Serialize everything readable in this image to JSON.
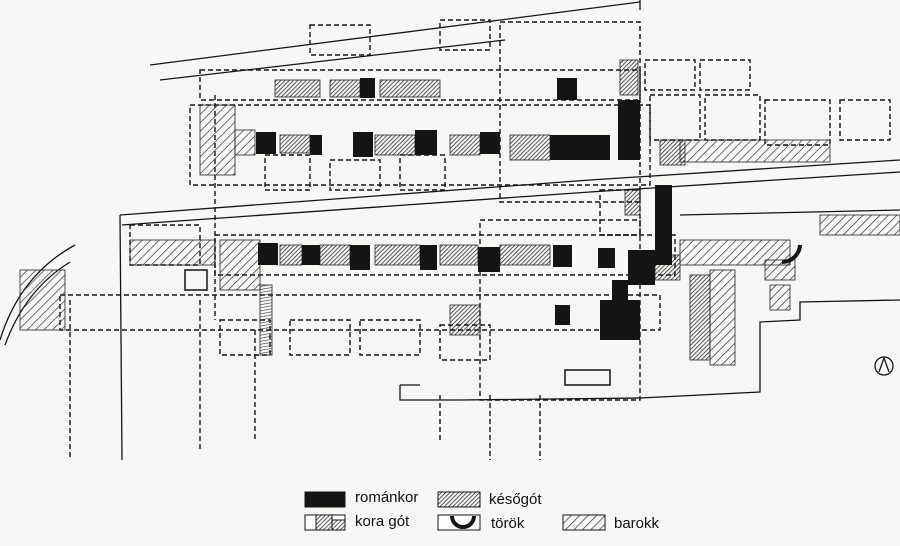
{
  "plan": {
    "colors": {
      "ink": "#141414",
      "paper": "#f7f7f5",
      "hatch": "#333333"
    }
  },
  "legend": {
    "items": [
      {
        "key": "romanesque",
        "label": "románkor",
        "pattern": "solid"
      },
      {
        "key": "late-gothic",
        "label": "későgót",
        "pattern": "dense-hatch"
      },
      {
        "key": "early-gothic",
        "label": "kora gót",
        "pattern": "partial-hatch"
      },
      {
        "key": "ottoman",
        "label": "török",
        "pattern": "arc"
      },
      {
        "key": "baroque",
        "label": "barokk",
        "pattern": "diagonal-hatch"
      }
    ]
  }
}
